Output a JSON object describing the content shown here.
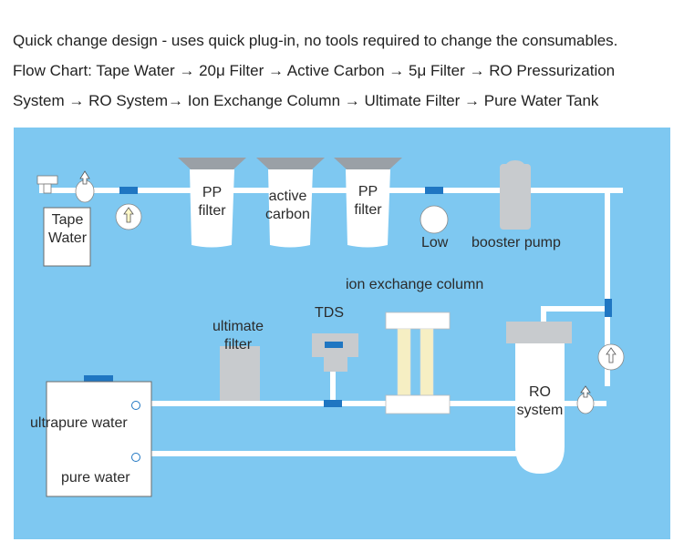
{
  "intro": {
    "line1": "Quick change design - uses quick plug-in, no tools required to change the consumables.",
    "line2": "Flow Chart: Tape Water → 20μ Filter → Active Carbon → 5μ Filter → RO Pressurization",
    "line3": "System → RO System→ Ion Exchange Column → Ultimate Filter → Pure Water Tank"
  },
  "labels": {
    "tape_water": [
      "Tape",
      "Water"
    ],
    "pp_filter_1": [
      "PP",
      "filter"
    ],
    "active_carbon": [
      "active",
      "carbon"
    ],
    "pp_filter_2": [
      "PP",
      "filter"
    ],
    "low": "Low",
    "booster_pump": "booster pump",
    "ion_exchange_column": "ion exchange column",
    "tds": "TDS",
    "ultimate_filter": [
      "ultimate",
      "filter"
    ],
    "ro_system": [
      "RO",
      "system"
    ],
    "ultrapure_water": "ultrapure water",
    "pure_water": "pure water"
  },
  "colors": {
    "background": "#7ec8f1",
    "pipe": "#ffffff",
    "connector": "#1f76c2",
    "filter_head": "#9aa0a6",
    "component": "#c8cbce",
    "resin": "#f6efc3"
  }
}
